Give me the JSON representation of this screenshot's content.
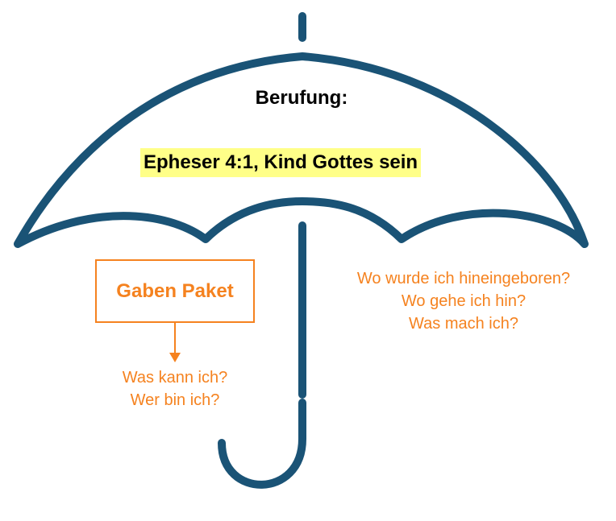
{
  "diagram": {
    "title": "Berufung:",
    "highlight": "Epheser 4:1, Kind Gottes sein",
    "gift_box": {
      "label": "Gaben Paket",
      "questions": [
        "Was kann ich?",
        "Wer bin ich?"
      ]
    },
    "calling_questions": [
      "Wo wurde ich hineingeboren?",
      "Wo gehe ich hin?",
      "Was mach ich?"
    ]
  },
  "colors": {
    "umbrella": "#1a5376",
    "accent": "#f5821f",
    "highlight_bg": "#ffff88"
  }
}
